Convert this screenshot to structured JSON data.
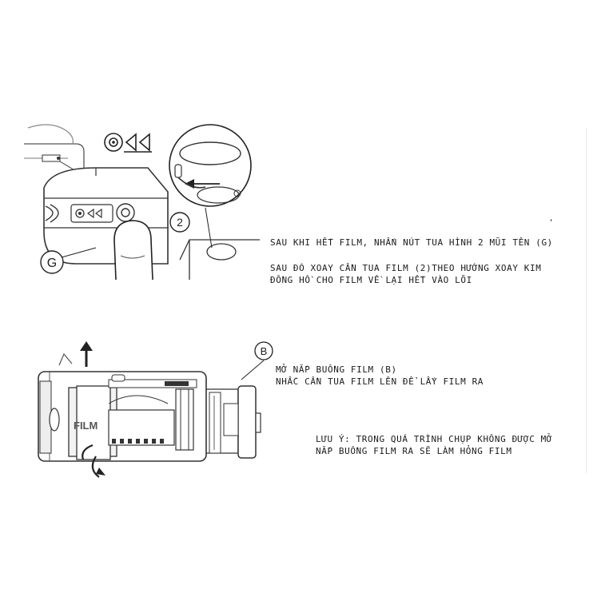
{
  "step1": {
    "text1": "SAU KHI HẾT FILM, NHẤN NÚT TUA HÌNH 2 MŨI TÊN (G)",
    "text2_line1": "SAU ĐÓ XOAY CẦN TUA FILM (2)THEO HƯỚNG XOAY KIM",
    "text2_line2": "ĐỒNG HỒ CHO FILM VỀ LẠI HẾT VÀO LÕI",
    "callout_g": "G",
    "callout_2": "2"
  },
  "step2": {
    "text1": "MỞ NẮP BUỒNG FILM (B)",
    "text2": "NHẤC CẦN TUA FILM LÊN ĐỂ LẤY FILM RA",
    "callout_b": "B",
    "film_label": "FILM"
  },
  "note": {
    "line1": "LƯU Ý: TRONG QUÁ TRÌNH CHỤP KHÔNG ĐƯỢC MỞ",
    "line2": "NẮP BUỒNG FILM RA SẼ LÀM HỎNG FILM"
  },
  "stray_mark": ","
}
